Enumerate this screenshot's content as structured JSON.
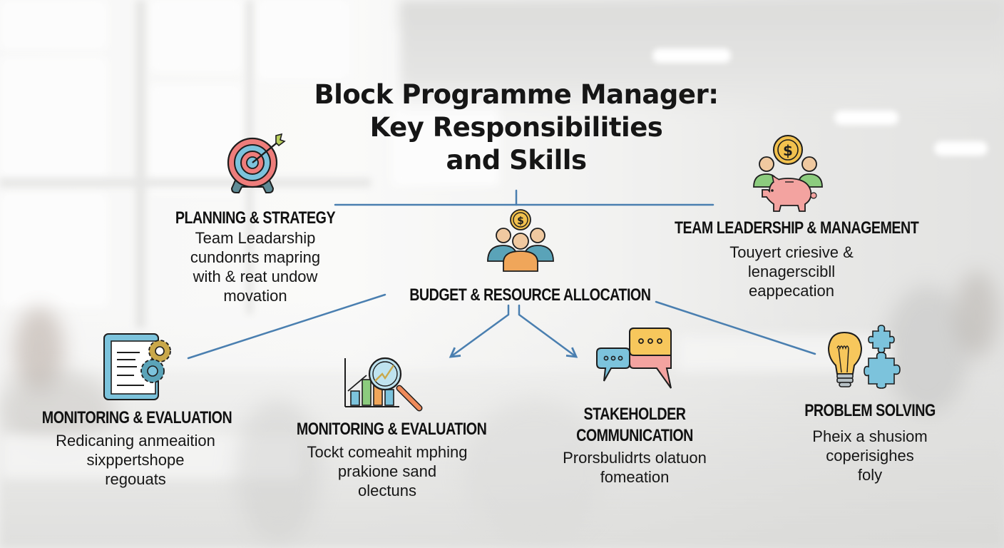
{
  "title": {
    "lines": [
      "Block Programme Manager:",
      "Key Responsibilities",
      "and Skills"
    ]
  },
  "colors": {
    "connector": "#4a7fb0",
    "title": "#161616",
    "heading": "#111111",
    "icon_red": "#ee7d7b",
    "icon_blue": "#7cc3dc",
    "icon_gold": "#f2c14e",
    "icon_green": "#8ccc7e",
    "icon_orange": "#f0a65a",
    "icon_pink": "#f3a3a0"
  },
  "nodes": [
    {
      "id": "planning",
      "icon": "target-icon",
      "heading": "PLANNING & STRATEGY",
      "desc": [
        "Team Leadarship",
        "cundonrts mapring",
        "with & reat undow",
        "movation"
      ]
    },
    {
      "id": "team-leadership",
      "icon": "piggy-bank-team-icon",
      "heading": "TEAM LEADERSHIP & MANAGEMENT",
      "desc": [
        "Touyert criesive &",
        "lenagerscibll",
        "eappecation"
      ]
    },
    {
      "id": "budget",
      "icon": "team-coin-icon",
      "heading": "BUDGET & RESOURCE ALLOCATION",
      "desc": []
    },
    {
      "id": "monitoring-left",
      "icon": "clipboard-gears-icon",
      "heading": "MONITORING & EVALUATION",
      "desc": [
        "Redicaning anmeaition",
        "sixppertshope",
        "regouats"
      ]
    },
    {
      "id": "monitoring-center",
      "icon": "chart-magnifier-icon",
      "heading": "MONITORING & EVALUATION",
      "desc": [
        "Tockt comeahit mphing",
        "prakione sand",
        "olectuns"
      ]
    },
    {
      "id": "stakeholder",
      "icon": "chat-bubbles-icon",
      "heading_lines": [
        "STAKEHOLDER",
        "COMMUNICATION"
      ],
      "desc": [
        "Prorsbulidrts olatuon",
        "fomeation"
      ]
    },
    {
      "id": "problem-solving",
      "icon": "lightbulb-puzzle-icon",
      "heading": "PROBLEM SOLVING",
      "desc": [
        "Pheix a shusiom",
        "coperisighes",
        "foly"
      ]
    }
  ]
}
